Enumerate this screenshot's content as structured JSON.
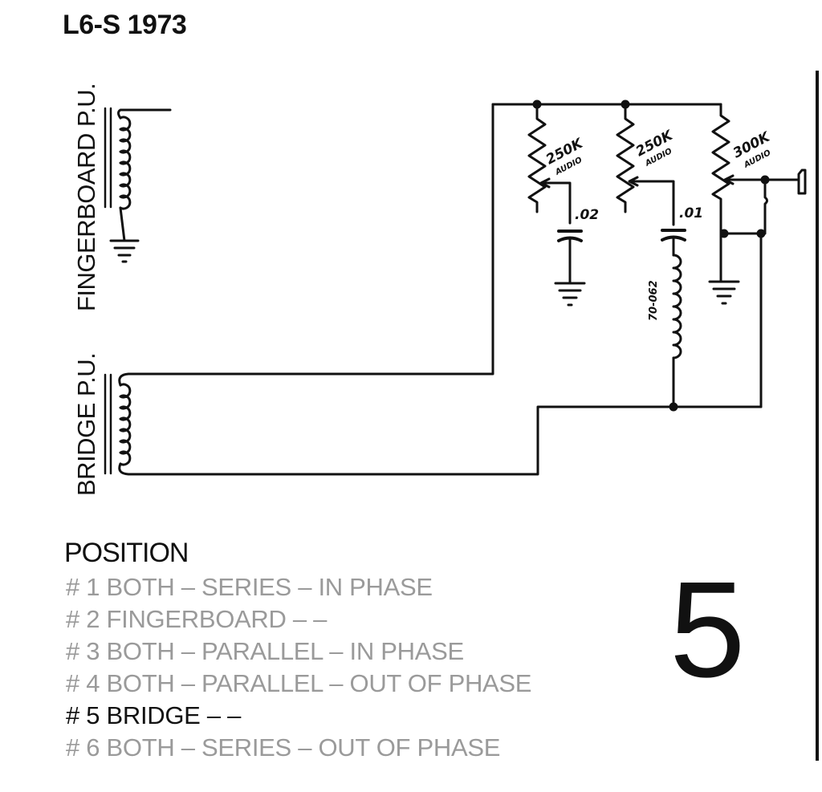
{
  "title": "L6-S 1973",
  "pickups": {
    "fingerboard_label": "FINGERBOARD P.U.",
    "bridge_label": "BRIDGE P.U."
  },
  "components": {
    "pot1": {
      "value": "250K",
      "taper": "AUDIO"
    },
    "pot2": {
      "value": "250K",
      "taper": "AUDIO"
    },
    "pot3": {
      "value": "300K",
      "taper": "AUDIO"
    },
    "cap1": ".02",
    "cap2": ".01",
    "choke": "70-062"
  },
  "positions": {
    "header": "POSITION",
    "items": [
      "# 1 BOTH – SERIES – IN PHASE",
      "# 2 FINGERBOARD – –",
      "# 3 BOTH – PARALLEL – IN PHASE",
      "# 4 BOTH – PARALLEL – OUT OF PHASE",
      "# 5 BRIDGE – –",
      "# 6 BOTH – SERIES – OUT OF PHASE"
    ],
    "active_index": 4
  },
  "selected_position": "5"
}
